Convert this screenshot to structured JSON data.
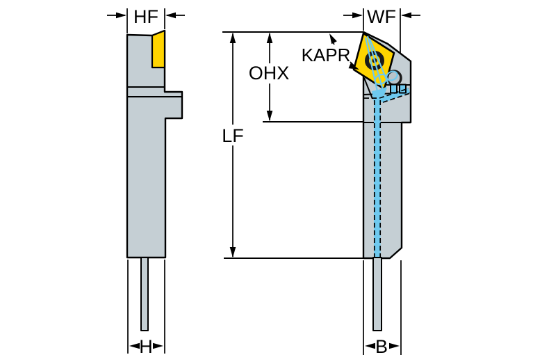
{
  "drawing": {
    "labels": {
      "hf": "HF",
      "wf": "WF",
      "ohx": "OHX",
      "lf": "LF",
      "kapr": "KAPR",
      "h": "H",
      "b": "B"
    },
    "colors": {
      "background": "#FFFFFF",
      "body": "#C5CFD4",
      "body_shadow": "#B9C4CA",
      "insert": "#FFD400",
      "clamp": "#6EC9EF",
      "outline": "#000000",
      "hole": "#1B1B1B"
    }
  }
}
